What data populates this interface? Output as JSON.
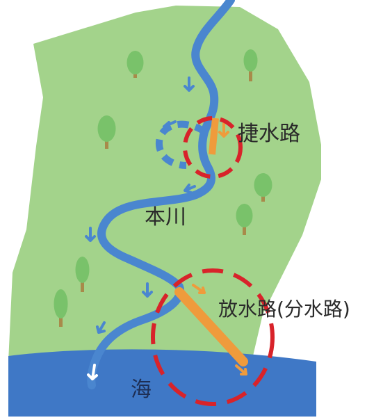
{
  "labels": {
    "shortcut": "捷水路",
    "main_river": "本川",
    "floodway": "放水路(分水路)",
    "sea": "海"
  },
  "colors": {
    "land": "#a3d38b",
    "land_edge": "#8fc377",
    "river": "#4a86cf",
    "sea": "#3f78c6",
    "channel": "#ef9b3c",
    "highlight_circle": "#d8232a",
    "tree": "#79c26a",
    "trunk": "#a88a4a",
    "flow_arrow_river": "#4a86cf",
    "flow_arrow_channel": "#ef9b3c",
    "text": "#2a2a2a"
  },
  "icons": {
    "tree": "tree-icon",
    "flow": "flow-arrow-icon"
  }
}
